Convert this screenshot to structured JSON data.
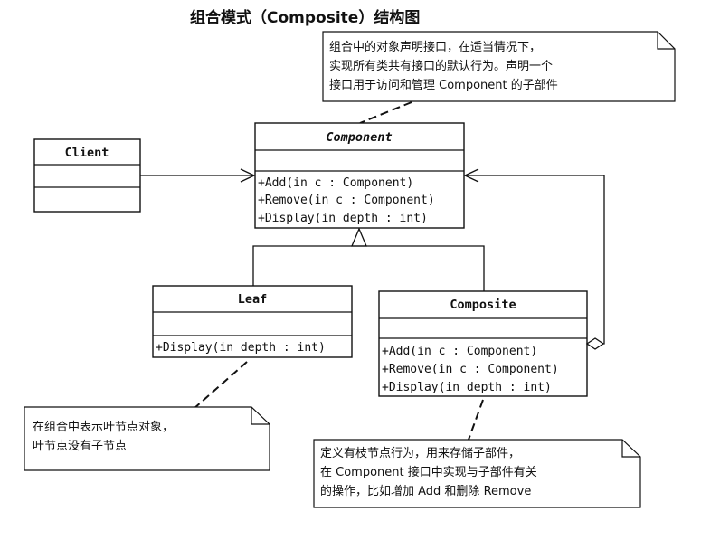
{
  "title": "组合模式（Composite）结构图",
  "classes": {
    "client": {
      "name": "Client"
    },
    "component": {
      "name": "Component",
      "ops": [
        "+Add(in c : Component)",
        "+Remove(in c : Component)",
        "+Display(in depth : int)"
      ]
    },
    "leaf": {
      "name": "Leaf",
      "ops": [
        "+Display(in depth : int)"
      ]
    },
    "composite": {
      "name": "Composite",
      "ops": [
        "+Add(in c : Component)",
        "+Remove(in c : Component)",
        "+Display(in depth : int)"
      ]
    }
  },
  "notes": {
    "component": [
      "组合中的对象声明接口，在适当情况下，",
      "实现所有类共有接口的默认行为。声明一个",
      "接口用于访问和管理 Component 的子部件"
    ],
    "leaf": [
      "在组合中表示叶节点对象，",
      "叶节点没有子节点"
    ],
    "composite": [
      "定义有枝节点行为，用来存储子部件，",
      "在 Component 接口中实现与子部件有关",
      "的操作，比如增加 Add 和删除 Remove"
    ]
  }
}
